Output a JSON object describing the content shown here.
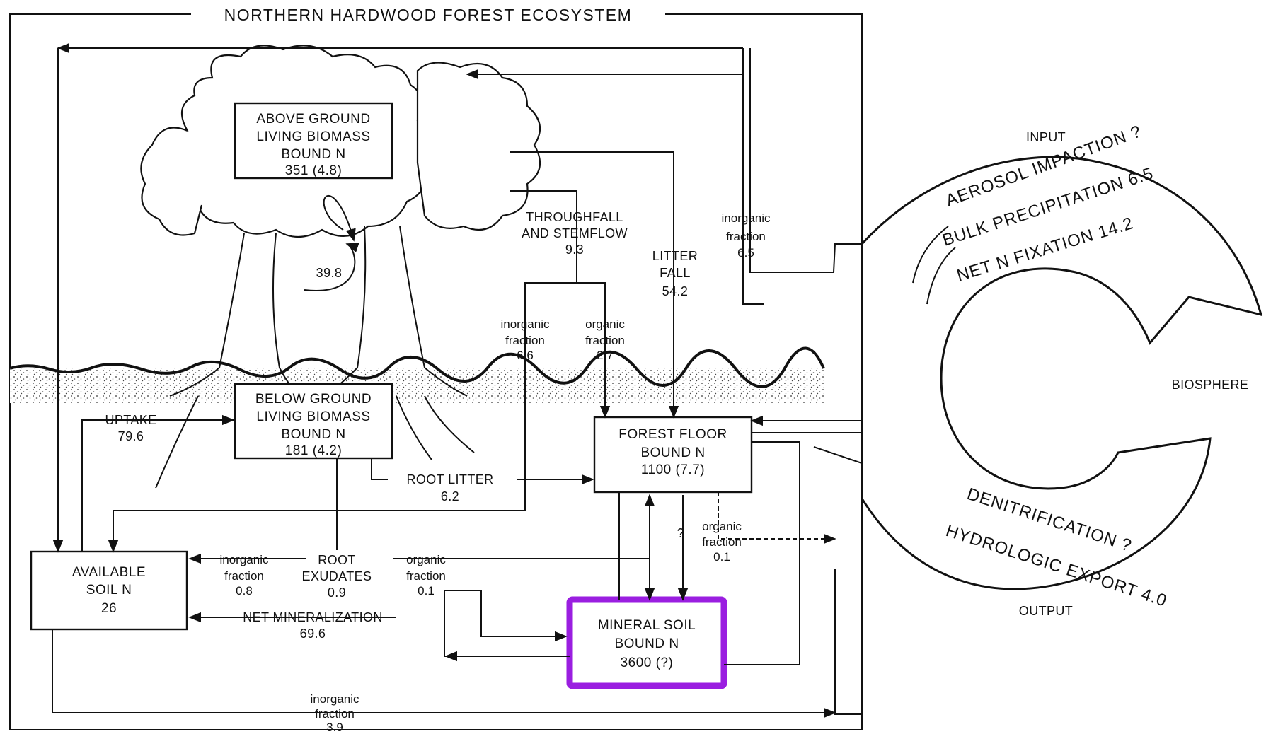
{
  "title": "NORTHERN HARDWOOD FOREST ECOSYSTEM",
  "boxes": {
    "above_ground": [
      "ABOVE GROUND",
      "LIVING BIOMASS",
      "BOUND N",
      "351  (4.8)"
    ],
    "below_ground": [
      "BELOW GROUND",
      "LIVING BIOMASS",
      "BOUND N",
      "181  (4.2)"
    ],
    "forest_floor": [
      "FOREST  FLOOR",
      "BOUND N",
      "1100    (7.7)"
    ],
    "available_soil": [
      "AVAILABLE",
      "SOIL N",
      "26"
    ],
    "mineral_soil": [
      "MINERAL  SOIL",
      "BOUND N",
      "3600  (?)"
    ]
  },
  "flows": {
    "internal_cycle": "39.8",
    "throughfall": [
      "THROUGHFALL",
      "AND STEMFLOW",
      "9.3"
    ],
    "tf_inorganic": [
      "inorganic",
      "fraction",
      "6.6"
    ],
    "tf_organic": [
      "organic",
      "fraction",
      "2.7"
    ],
    "litter_fall": [
      "LITTER",
      "FALL",
      "54.2"
    ],
    "top_inorganic": [
      "inorganic",
      "fraction",
      "6.5"
    ],
    "uptake": [
      "UPTAKE",
      "79.6"
    ],
    "root_litter": [
      "ROOT  LITTER",
      "6.2"
    ],
    "root_exudates": [
      "ROOT",
      "EXUDATES",
      "0.9"
    ],
    "exudate_inorganic": [
      "inorganic",
      "fraction",
      "0.8"
    ],
    "exudate_organic": [
      "organic",
      "fraction",
      "0.1"
    ],
    "ff_organic": [
      "organic",
      "fraction",
      "0.1"
    ],
    "ff_question": "?",
    "net_mineralization": [
      "NET  MINERALIZATION",
      "69.6"
    ],
    "bottom_inorganic": [
      "inorganic",
      "fraction",
      "3.9"
    ]
  },
  "biosphere": {
    "label": "BIOSPHERE",
    "input_label": "INPUT",
    "output_label": "OUTPUT",
    "inputs": [
      "AEROSOL IMPACTION ?",
      "BULK PRECIPITATION 6.5",
      "NET N FIXATION 14.2"
    ],
    "outputs": [
      "DENITRIFICATION ?",
      "HYDROLOGIC EXPORT 4.0"
    ]
  },
  "colors": {
    "highlight": "#9a1ee0",
    "ink": "#111111"
  }
}
